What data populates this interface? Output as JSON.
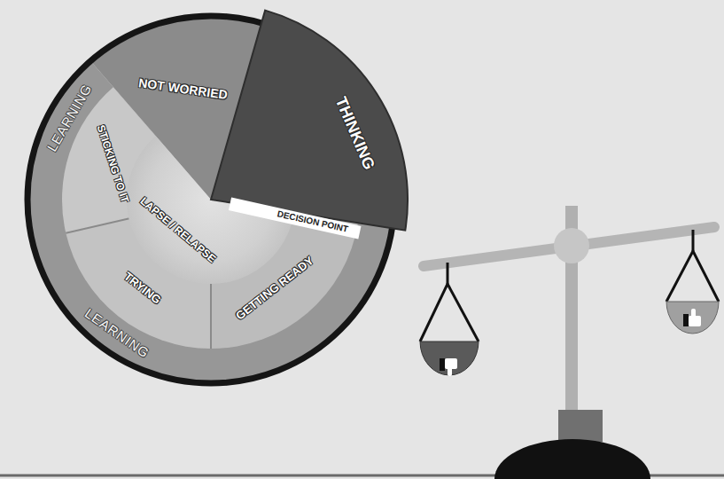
{
  "diagram": {
    "nodes": [
      {
        "text": [
          "NOT WORRIED"
        ]
      },
      {
        "text": [
          "THINKING"
        ]
      },
      {
        "text": [
          "DECISION POINT"
        ]
      },
      {
        "text": [
          "GETTING READY"
        ]
      },
      {
        "text": [
          "TRYING"
        ]
      },
      {
        "text": [
          "STICKING TO IT"
        ]
      },
      {
        "text": [
          "LAPSE / RELAPSE"
        ]
      }
    ],
    "labels": [
      "LEARNING",
      "LEARNING"
    ]
  }
}
